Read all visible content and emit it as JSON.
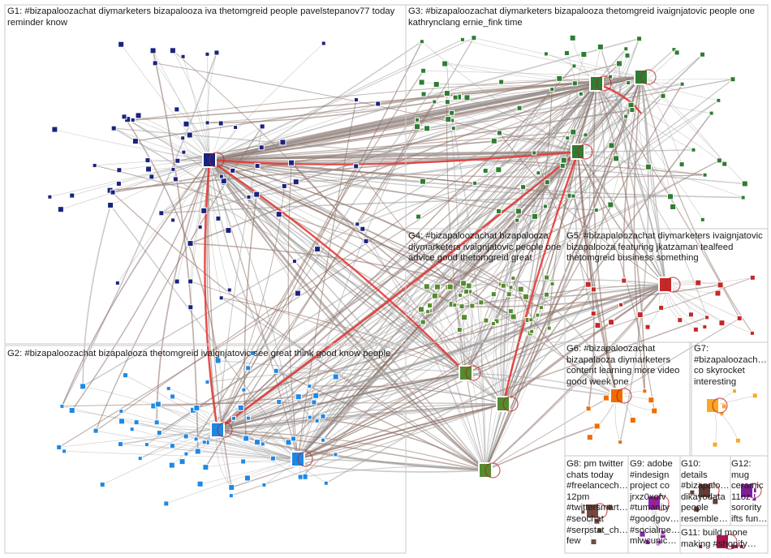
{
  "title": "",
  "groups": [
    {
      "id": "G1",
      "label": "G1: #bizapaloozachat diymarketers bizapalooza iva thetomgreid people pavelstepanov77 today reminder know"
    },
    {
      "id": "G2",
      "label": "G2: #bizapaloozachat bizapalooza thetomgreid ivaignjatovic see great think good know people"
    },
    {
      "id": "G3",
      "label": "G3: #bizapaloozachat diymarketers bizapalooza thetomgreid ivaignjatovic people one kathrynclang ernie_fink time"
    },
    {
      "id": "G4",
      "label": "G4: #bizapaloozachat bizapalooza diymarketers ivaignjatovic people one advice good thetomgreid great"
    },
    {
      "id": "G5",
      "label": "G5: #bizapaloozachat diymarketers ivaignjatovic bizapalooza featuring jkatzaman tealfeed thetomgreid business something"
    },
    {
      "id": "G6",
      "label": "G6: #bizapaloozachat bizapalooza diymarketers content learning more video good week one"
    },
    {
      "id": "G7",
      "label": "G7: #bizapaloozach… co skyrocket interesting"
    },
    {
      "id": "G8",
      "label": "G8: pm twitter chats today #freelancech… 12pm #twittersmart… #seochat #serpstat_ch… few"
    },
    {
      "id": "G9",
      "label": "G9: adobe #indesign project co jrxz0xofv #tumanity #goodgov… #socialme… mlwcunic…"
    },
    {
      "id": "G10",
      "label": "G10: details #bizapalo… dikayodata people resemble…"
    },
    {
      "id": "G11",
      "label": "G11: build mone making #shopify…"
    },
    {
      "id": "G12",
      "label": "G12: mug ceramic 11oz sorority ifts fun…"
    }
  ],
  "node_colors": {
    "G1": "#1a237e",
    "G2": "#1e88e5",
    "G3": "#2e7d32",
    "G4": "#558b2f",
    "G5": "#c62828",
    "G6": "#ef6c00",
    "G7": "#f9a825",
    "G8": "#6d4c41",
    "G9": "#8e24aa",
    "G10": "#5d4037",
    "G11": "#ad1457",
    "G12": "#7b1fa2"
  },
  "edge_colors": {
    "intra": "#9e9e9e",
    "inter": "#8d6e63",
    "highlight": "#e53935"
  }
}
